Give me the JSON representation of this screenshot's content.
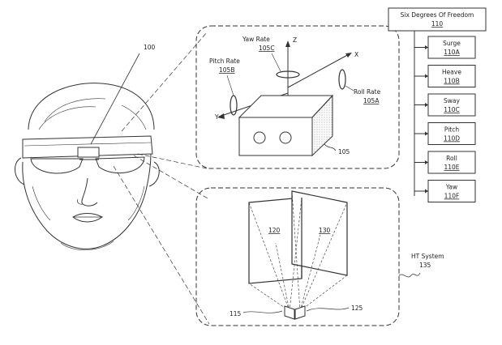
{
  "figure": {
    "device_ref": "100",
    "imu": {
      "yaw_rate": "Yaw Rate",
      "yaw_ref": "105C",
      "pitch_rate": "Pitch Rate",
      "pitch_ref": "105B",
      "roll_rate": "Roll Rate",
      "roll_ref": "105A",
      "axis_x": "X",
      "axis_y": "Y",
      "axis_z": "Z",
      "block_ref": "105"
    },
    "camera": {
      "panel_left": "120",
      "panel_right": "130",
      "cam_left": "115",
      "cam_right": "125"
    },
    "ht_system": "HT System",
    "ht_ref": "135",
    "dof": {
      "title": "Six Degrees Of Freedom",
      "ref": "110",
      "items": [
        {
          "label": "Surge",
          "ref": "110A"
        },
        {
          "label": "Heave",
          "ref": "110B"
        },
        {
          "label": "Sway",
          "ref": "110C"
        },
        {
          "label": "Pitch",
          "ref": "110D"
        },
        {
          "label": "Roll",
          "ref": "110E"
        },
        {
          "label": "Yaw",
          "ref": "110F"
        }
      ]
    }
  }
}
